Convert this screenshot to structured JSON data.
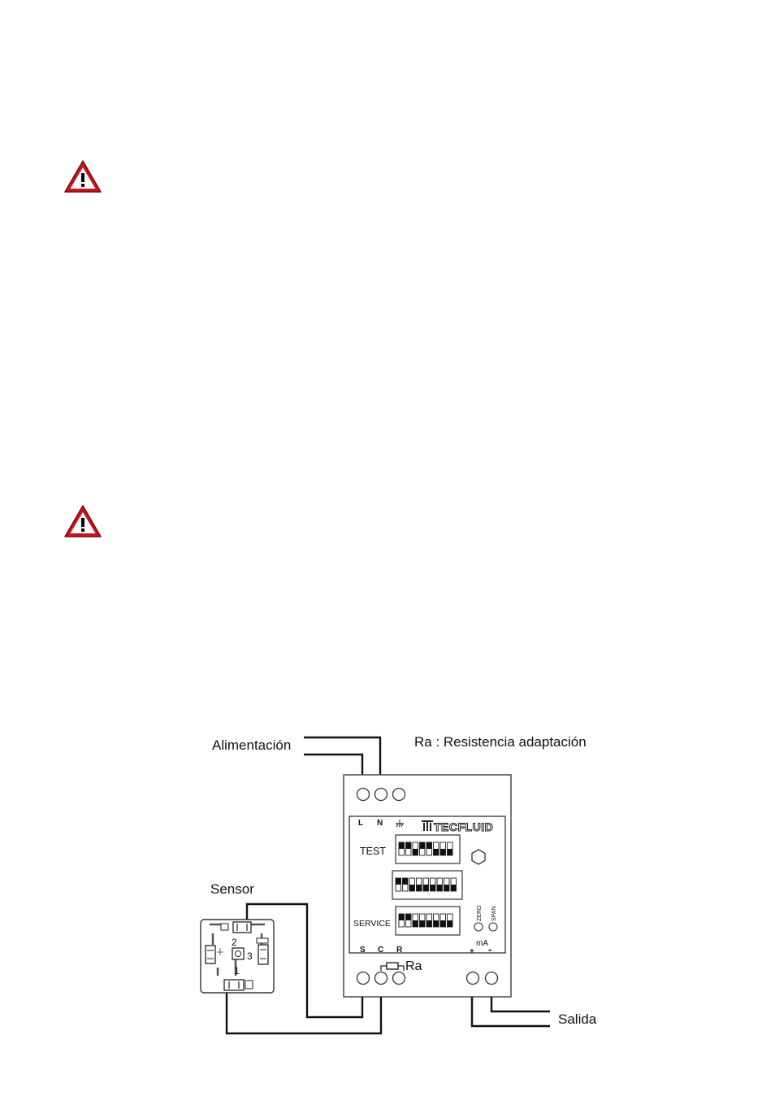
{
  "icons": [
    "warning-triangle-icon",
    "warning-triangle-icon"
  ],
  "diagram": {
    "label_alimentacion": "Alimentación",
    "label_ra_legend": "Ra : Resistencia adaptación",
    "label_sensor": "Sensor",
    "label_salida": "Salida",
    "label_ra": "Ra",
    "label_test": "TEST",
    "label_service": "SERVICE",
    "label_zero": "ZERO",
    "label_span": "SPAN",
    "label_ma": "mA",
    "terminal_L": "L",
    "terminal_N": "N",
    "terminal_S": "S",
    "terminal_C": "C",
    "terminal_R": "R",
    "terminal_plus": "+",
    "terminal_minus": "-",
    "sensor_pin_1": "1",
    "sensor_pin_2": "2",
    "sensor_pin_3": "3",
    "brand_logo": "TECFLUID"
  },
  "colors": {
    "warning_red": "#c8141c",
    "line": "#111111"
  }
}
